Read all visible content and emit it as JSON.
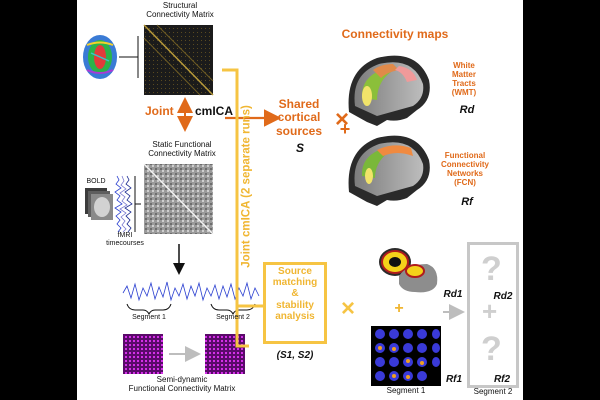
{
  "structural_matrix": {
    "line1": "Structural",
    "line2": "Connectivity Matrix"
  },
  "joint_cmica": {
    "joint": "Joint",
    "cmica": "cmICA"
  },
  "shared_sources": {
    "line1": "Shared",
    "line2": "cortical",
    "line3": "sources",
    "symbol": "S"
  },
  "connectivity_maps": {
    "title": "Connectivity maps"
  },
  "wmt": {
    "line1": "White",
    "line2": "Matter",
    "line3": "Tracts",
    "line4": "(WMT)",
    "symbol": "Rd"
  },
  "fcn": {
    "line1": "Functional",
    "line2": "Connectivity",
    "line3": "Networks",
    "line4": "(FCN)",
    "symbol": "Rf"
  },
  "static_fc": {
    "line1": "Static Functional",
    "line2": "Connectivity Matrix"
  },
  "bold": {
    "label": "BOLD"
  },
  "timecourses": {
    "line1": "fMRI",
    "line2": "timecourses"
  },
  "vertical_label": "Joint cmICA (2 separate runs)",
  "segments": {
    "seg1": "Segment 1",
    "seg2": "Segment 2"
  },
  "semi_dynamic": {
    "line1": "Semi-dynamic",
    "line2": "Functional Connectivity Matrix"
  },
  "source_matching": {
    "line1": "Source",
    "line2": "matching",
    "line3": "&",
    "line4": "stability",
    "line5": "analysis"
  },
  "s_pair": "(S1, S2)",
  "operators": {
    "times": "×",
    "plus": "+"
  },
  "rd1": "Rd1",
  "rf1": "Rf1",
  "rd2": "Rd2",
  "rf2": "Rf2",
  "question": "?",
  "segment1_bottom": "Segment 1",
  "segment2_bottom": "Segment 2",
  "colors": {
    "orange": "#e06a1a",
    "yellow": "#f6c443",
    "gray": "#c7c7c7",
    "magenta": "#c21bd6",
    "blue": "#2a3fd0"
  }
}
